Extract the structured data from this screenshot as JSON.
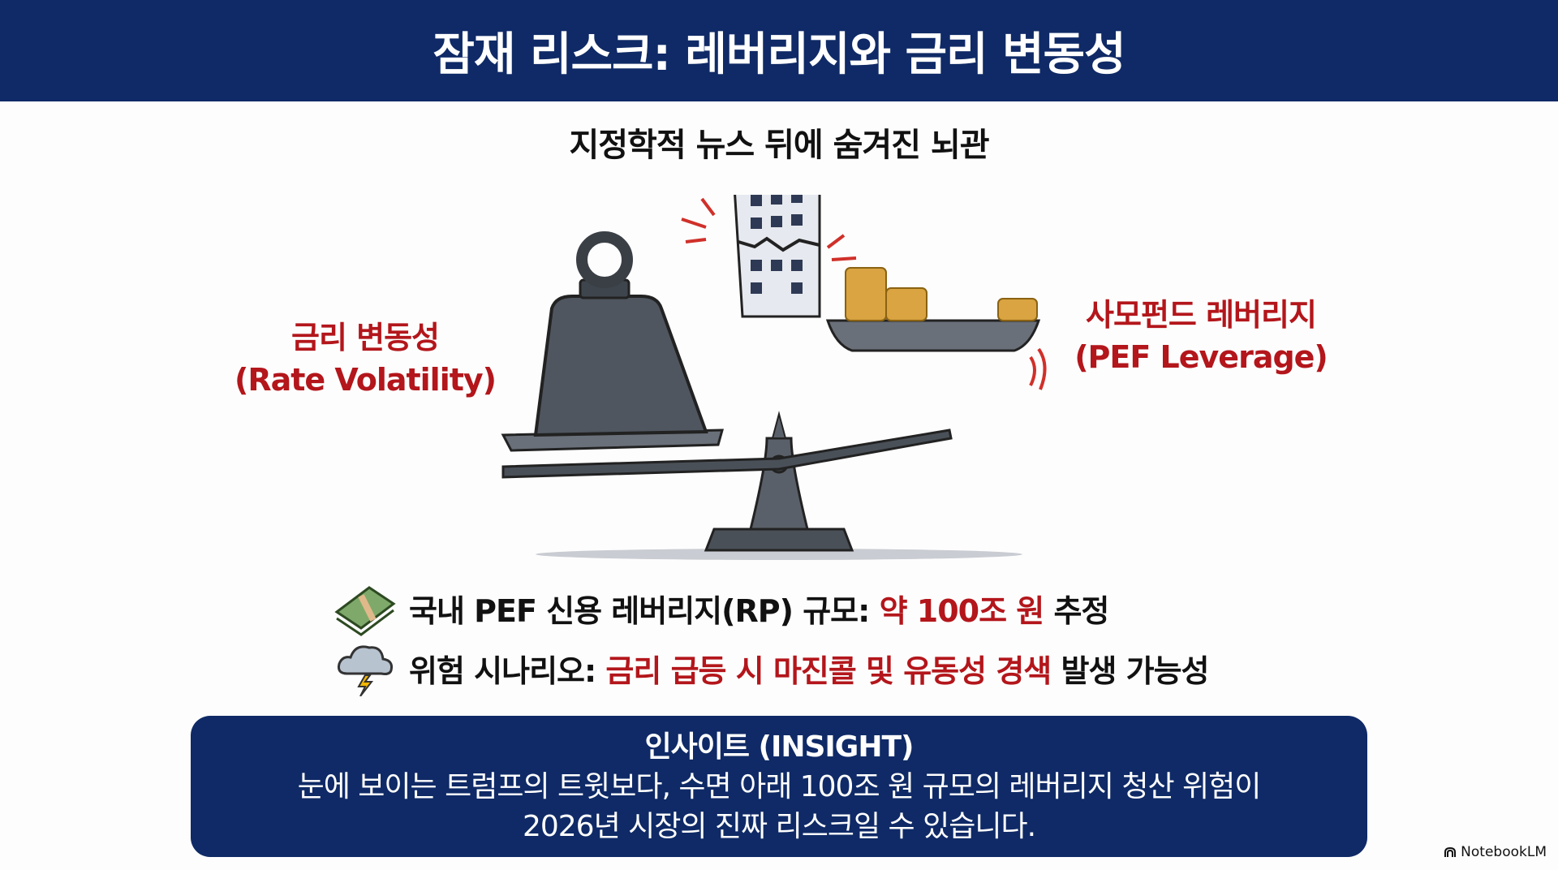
{
  "header": {
    "title": "잠재 리스크: 레버리지와 금리 변동성"
  },
  "subtitle": "지정학적 뉴스 뒤에 숨겨진 뇌관",
  "left_label": {
    "line1": "금리 변동성",
    "line2": "(Rate Volatility)"
  },
  "right_label": {
    "line1": "사모펀드 레버리지",
    "line2": "(PEF Leverage)"
  },
  "bullets": [
    {
      "icon": "money-stack-icon",
      "prefix": "국내 PEF 신용 레버리지(RP) 규모: ",
      "highlight": "약 100조 원",
      "suffix": " 추정"
    },
    {
      "icon": "storm-cloud-icon",
      "prefix": "위험 시나리오: ",
      "highlight": "금리 급등 시 마진콜 및 유동성 경색",
      "suffix": " 발생 가능성"
    }
  ],
  "insight": {
    "title": "인사이트 (INSIGHT)",
    "line1": "눈에 보이는 트럼프의 트윗보다, 수면 아래 100조 원 규모의 레버리지 청산 위험이",
    "line2": "2026년 시장의 진짜 리스크일 수 있습니다."
  },
  "watermark": "NotebookLM",
  "colors": {
    "navy": "#0f2a66",
    "red": "#b3161b"
  }
}
